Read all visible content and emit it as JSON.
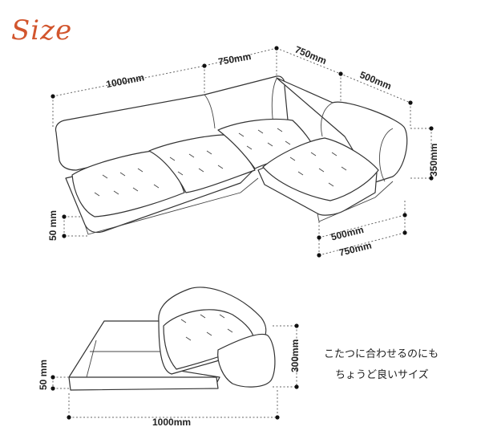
{
  "title": "Size",
  "top_view": {
    "dims": {
      "back_left": "1000mm",
      "back_corner": "750mm",
      "right_depth": "750mm",
      "right_back": "500mm",
      "height": "350mm",
      "front_depth": "500mm",
      "front_width": "750mm",
      "base": "50 mm"
    }
  },
  "side_view": {
    "dims": {
      "base": "50 mm",
      "height": "300mm",
      "length": "1000mm"
    }
  },
  "caption": {
    "line1": "こたつに合わせるのにも",
    "line2": "ちょうど良いサイズ"
  }
}
